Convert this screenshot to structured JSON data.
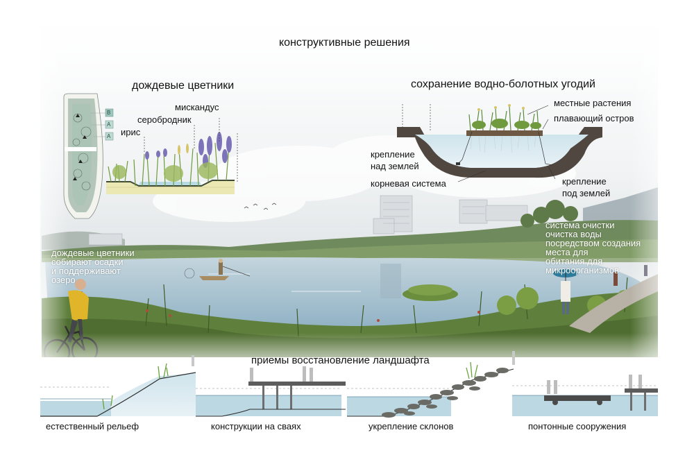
{
  "colors": {
    "water": "#a9c8d6",
    "soil": "#5a5048",
    "grass": "#5f7f3c",
    "text": "#111111",
    "overlay_text": "#ffffff"
  },
  "main_title": "конструктивные решения",
  "rain_gardens": {
    "title": "дождевые цветники",
    "plants": [
      "мискандус",
      "серобродник",
      "ирис"
    ],
    "legend_codes": [
      "B",
      "A",
      "A"
    ]
  },
  "wetland": {
    "title": "сохранение водно-болотных угодий",
    "labels": [
      "местные растения",
      "плавающий остров",
      "крепление\nнад землей",
      "корневая система",
      "крепление\nпод землей"
    ]
  },
  "photo_notes": {
    "left": "дождевые цветники\nсобирают осадки\nи поддерживают\nозеро",
    "right": "система очистки\nочистка воды\nпосредством создания\nместа для\nобитания для\nмикроорганизмов"
  },
  "restoration": {
    "title": "приемы восстановление ландшафта",
    "items": [
      "естественный рельеф",
      "конструкции на сваях",
      "укрепление склонов",
      "понтонные сооружения"
    ]
  }
}
